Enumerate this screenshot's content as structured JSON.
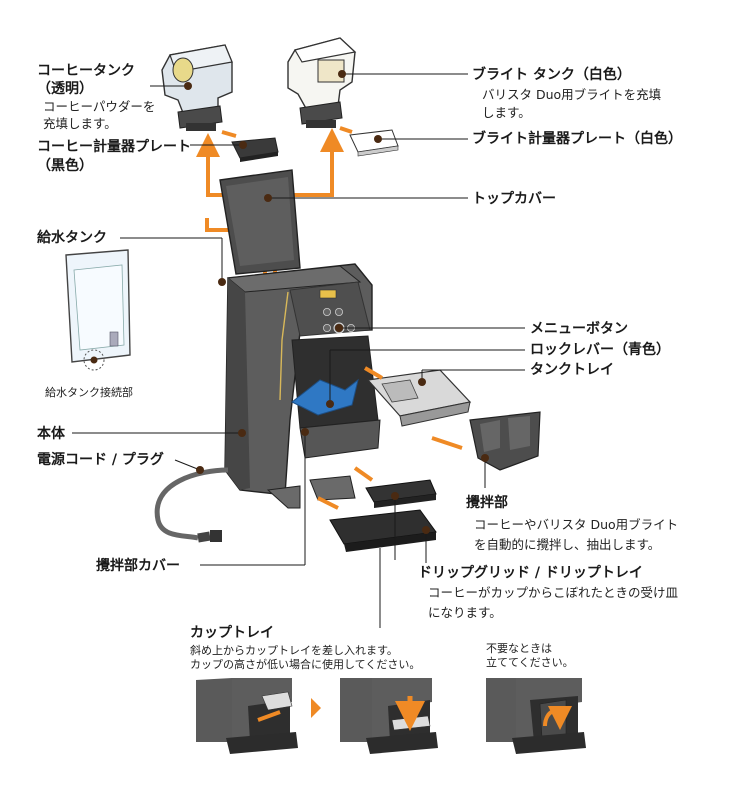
{
  "colors": {
    "accent": "#ef8a25",
    "body": "#5d5d5d",
    "body_dark": "#3f3f3f",
    "blue": "#2f78c4",
    "tank_clear": "#dfe6ec",
    "tank_white": "#f6f6f2",
    "lead": "#1a1a1a",
    "dot": "#4a2a12"
  },
  "labels": {
    "coffee_tank": "コーヒータンク",
    "coffee_tank_sub": "（透明）",
    "coffee_tank_desc1": "コーヒーパウダーを",
    "coffee_tank_desc2": "充填します。",
    "coffee_plate": "コーヒー計量器プレート",
    "coffee_plate_sub": "（黒色）",
    "bright_tank": "ブライト タンク（白色）",
    "bright_tank_desc1": "バリスタ Duo用ブライトを充填",
    "bright_tank_desc2": "します。",
    "bright_plate": "ブライト計量器プレート（白色）",
    "top_cover": "トップカバー",
    "water_tank": "給水タンク",
    "water_tank_connector": "給水タンク接続部",
    "menu_button": "メニューボタン",
    "lock_lever": "ロックレバー（青色）",
    "tank_tray": "タンクトレイ",
    "main_body": "本体",
    "power_cord": "電源コード / プラグ",
    "mixer": "攪拌部",
    "mixer_desc1": "コーヒーやバリスタ Duo用ブライト",
    "mixer_desc2": "を自動的に攪拌し、抽出します。",
    "mixer_cover": "攪拌部カバー",
    "drip": "ドリップグリッド / ドリップトレイ",
    "drip_desc1": "コーヒーがカップからこぼれたときの受け皿",
    "drip_desc2": "になります。",
    "cup_tray": "カップトレイ",
    "cup_tray_desc1": "斜め上からカップトレイを差し入れます。",
    "cup_tray_desc2": "カップの高さが低い場合に使用してください。",
    "unneeded1": "不要なときは",
    "unneeded2": "立ててください。"
  }
}
